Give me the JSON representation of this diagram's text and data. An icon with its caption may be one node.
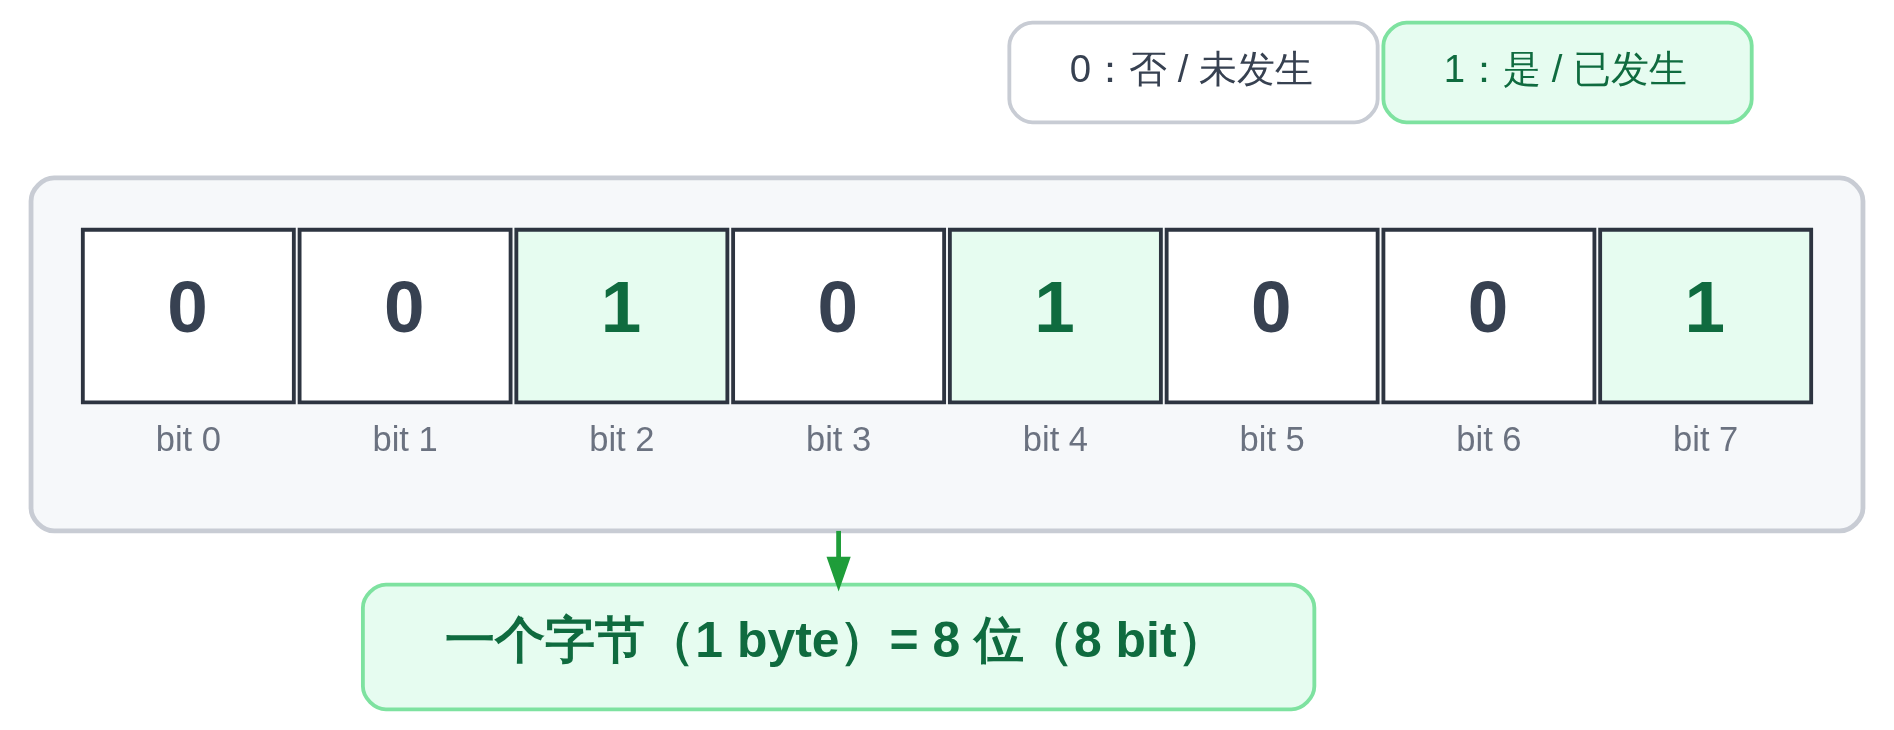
{
  "diagram": {
    "nodes": [
      {
        "text": [],
        "shape": "box"
      },
      {
        "text": [
          "0"
        ],
        "beside": [
          "bit 0"
        ],
        "in": 0
      },
      {
        "text": [
          "0"
        ],
        "beside": [
          "bit 1"
        ],
        "in": 0
      },
      {
        "text": [
          "1"
        ],
        "beside": [
          "bit 2"
        ],
        "in": 0
      },
      {
        "text": [
          "0"
        ],
        "beside": [
          "bit 3"
        ],
        "in": 0
      },
      {
        "text": [
          "1"
        ],
        "beside": [
          "bit 4"
        ],
        "in": 0
      },
      {
        "text": [
          "0"
        ],
        "beside": [
          "bit 5"
        ],
        "in": 0
      },
      {
        "text": [
          "0"
        ],
        "beside": [
          "bit 6"
        ],
        "in": 0
      },
      {
        "text": [
          "1"
        ],
        "beside": [
          "bit 7"
        ],
        "in": 0
      },
      {
        "text": [
          "一个字节（1 byte）= 8 位（8 bit）"
        ]
      }
    ],
    "edges": [
      {
        "from": 0,
        "to": 9,
        "arrow": "to",
        "color": "#1f9d3a"
      }
    ],
    "legend": [
      {
        "text": "0：否 / 未发生",
        "color": "#ffffff"
      },
      {
        "text": "1：是 / 已发生",
        "color": "#e6fcf0"
      }
    ]
  }
}
